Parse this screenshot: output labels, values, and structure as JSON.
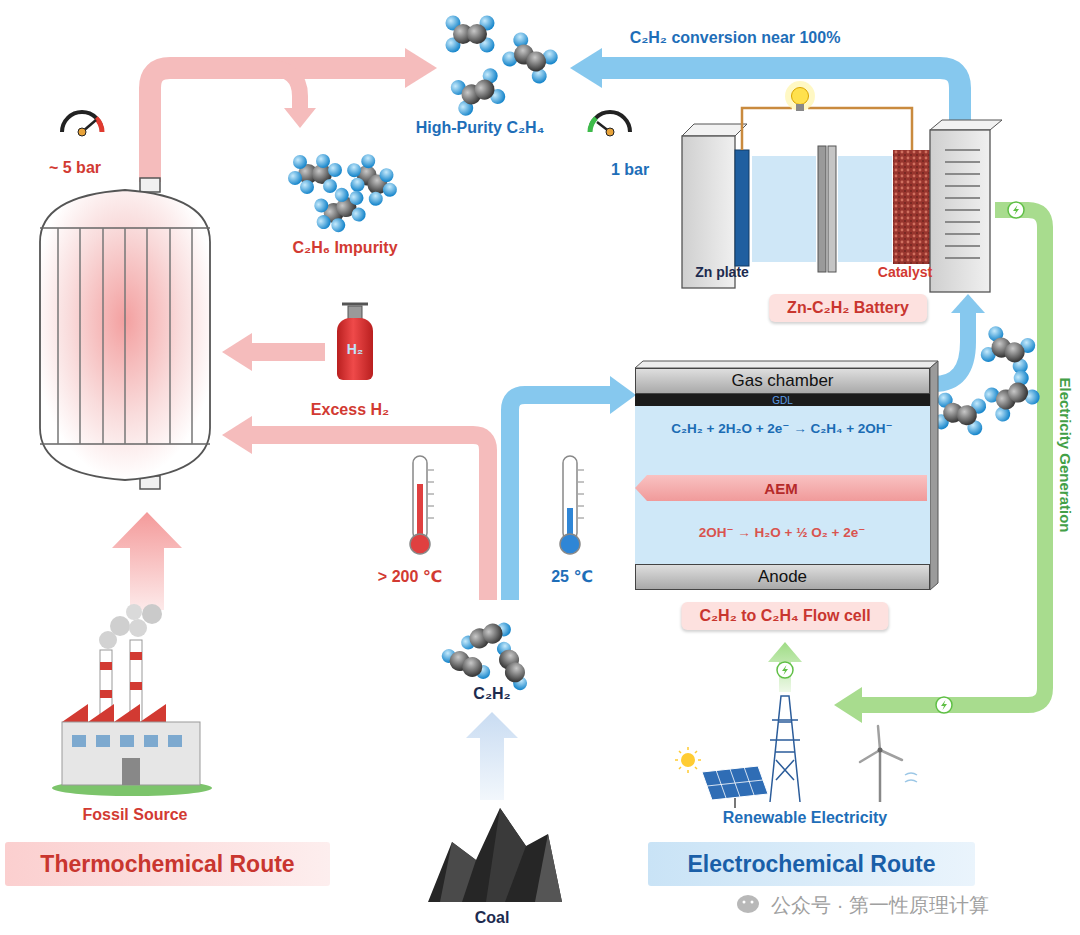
{
  "diagram": {
    "nodes": [
      {
        "text": [
          "H₂"
        ]
      },
      {
        "text": [
          "Zn-C₂H₂ Battery"
        ]
      },
      {
        "text": [
          "C₂H₂ + 2H₂O + 2e⁻ → C₂H₄ + 2OH⁻",
          "2OH⁻ → H₂O + ½ O₂ + 2e⁻"
        ]
      },
      {
        "text": [
          "Gas chamber"
        ],
        "in": 2
      },
      {
        "text": [
          "GDL"
        ],
        "in": 2
      },
      {
        "text": [
          "AEM"
        ],
        "in": 2
      },
      {
        "text": [
          "Anode"
        ],
        "in": 2
      },
      {
        "text": [
          "C₂H₂ to C₂H₄ Flow cell"
        ]
      },
      {
        "text": [
          "Thermochemical Route"
        ]
      },
      {
        "text": [
          "Electrochemical Route"
        ]
      }
    ],
    "labels": [
      "~ 5 bar",
      "High-Purity C₂H₄",
      "C₂H₂ conversion near 100%",
      "1 bar",
      "C₂H₆ Impurity",
      "Zn plate",
      "Catalyst",
      "Excess H₂",
      "Electricity Generation",
      "> 200 ℃",
      "25 ℃",
      "C₂H₂",
      "Fossil Source",
      "Coal",
      "Renewable Electricity",
      "公众号 · 第一性原理计算"
    ]
  }
}
